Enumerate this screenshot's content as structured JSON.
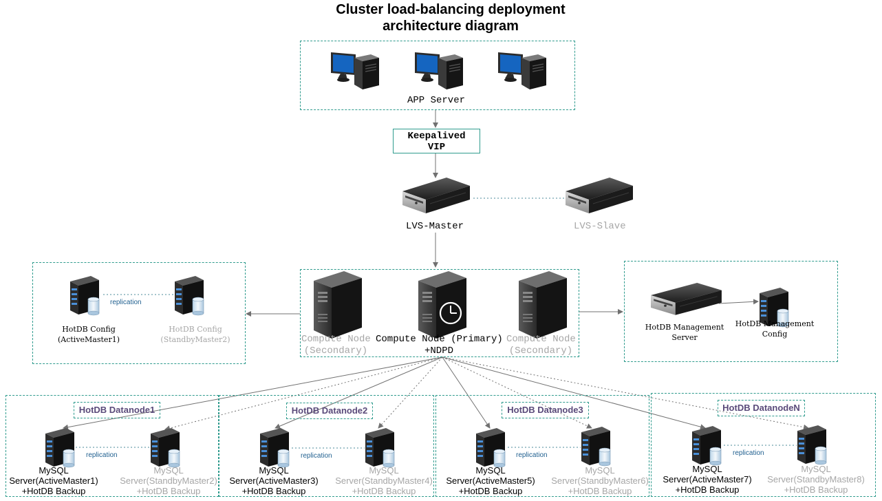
{
  "title_lines": [
    "Cluster load-balancing deployment",
    "architecture diagram"
  ],
  "nodes": {
    "app_server": "APP Server",
    "vip_lines": [
      "Keepalived",
      "VIP"
    ],
    "lvs_master": "LVS-Master",
    "lvs_slave": "LVS-Slave",
    "compute_secondary_left": [
      "Compute Node",
      "(Secondary)"
    ],
    "compute_primary": [
      "Compute Node (Primary)",
      "+NDPD"
    ],
    "compute_secondary_right": [
      "Compute Node",
      "(Secondary)"
    ],
    "config_active": [
      "HotDB Config",
      "(ActiveMaster1)"
    ],
    "config_standby": [
      "HotDB Config",
      "(StandbyMaster2)"
    ],
    "config_replication": "replication",
    "mgmt_server": [
      "HotDB Management",
      "Server"
    ],
    "mgmt_config": [
      "HotDB Management",
      "Config"
    ]
  },
  "datanodes": [
    {
      "title": "HotDB Datanode1",
      "replication": "replication",
      "active": [
        "MySQL",
        "Server(ActiveMaster1)",
        "+HotDB Backup"
      ],
      "standby": [
        "MySQL",
        "Server(StandbyMaster2)",
        "+HotDB Backup"
      ]
    },
    {
      "title": "HotDB Datanode2",
      "replication": "replication",
      "active": [
        "MySQL",
        "Server(ActiveMaster3)",
        "+HotDB Backup"
      ],
      "standby": [
        "MySQL",
        "Server(StandbyMaster4)",
        "+HotDB Backup"
      ]
    },
    {
      "title": "HotDB Datanode3",
      "replication": "replication",
      "active": [
        "MySQL",
        "Server(ActiveMaster5)",
        "+HotDB Backup"
      ],
      "standby": [
        "MySQL",
        "Server(StandbyMaster6)",
        "+HotDB Backup"
      ]
    },
    {
      "title": "HotDB DatanodeN",
      "replication": "replication",
      "active": [
        "MySQL",
        "Server(ActiveMaster7)",
        "+HotDB Backup"
      ],
      "standby": [
        "MySQL",
        "Server(StandbyMaster8)",
        "+HotDB Backup"
      ]
    }
  ],
  "colors": {
    "dashed_border": "#2e9b8d",
    "connector": "#808080",
    "inactive_text": "#a6a6a6",
    "datanode_title": "#5a4a7a",
    "replication_text": "#1f5f8f",
    "monitor_screen": "#1565c0",
    "server_body": "#1c1c1c"
  },
  "icons": {
    "app_server": "desktop-computer-icon",
    "lvs": "rack-server-icon",
    "compute_node": "tower-server-icon",
    "primary_badge": "clock-icon",
    "database": "database-server-icon"
  }
}
